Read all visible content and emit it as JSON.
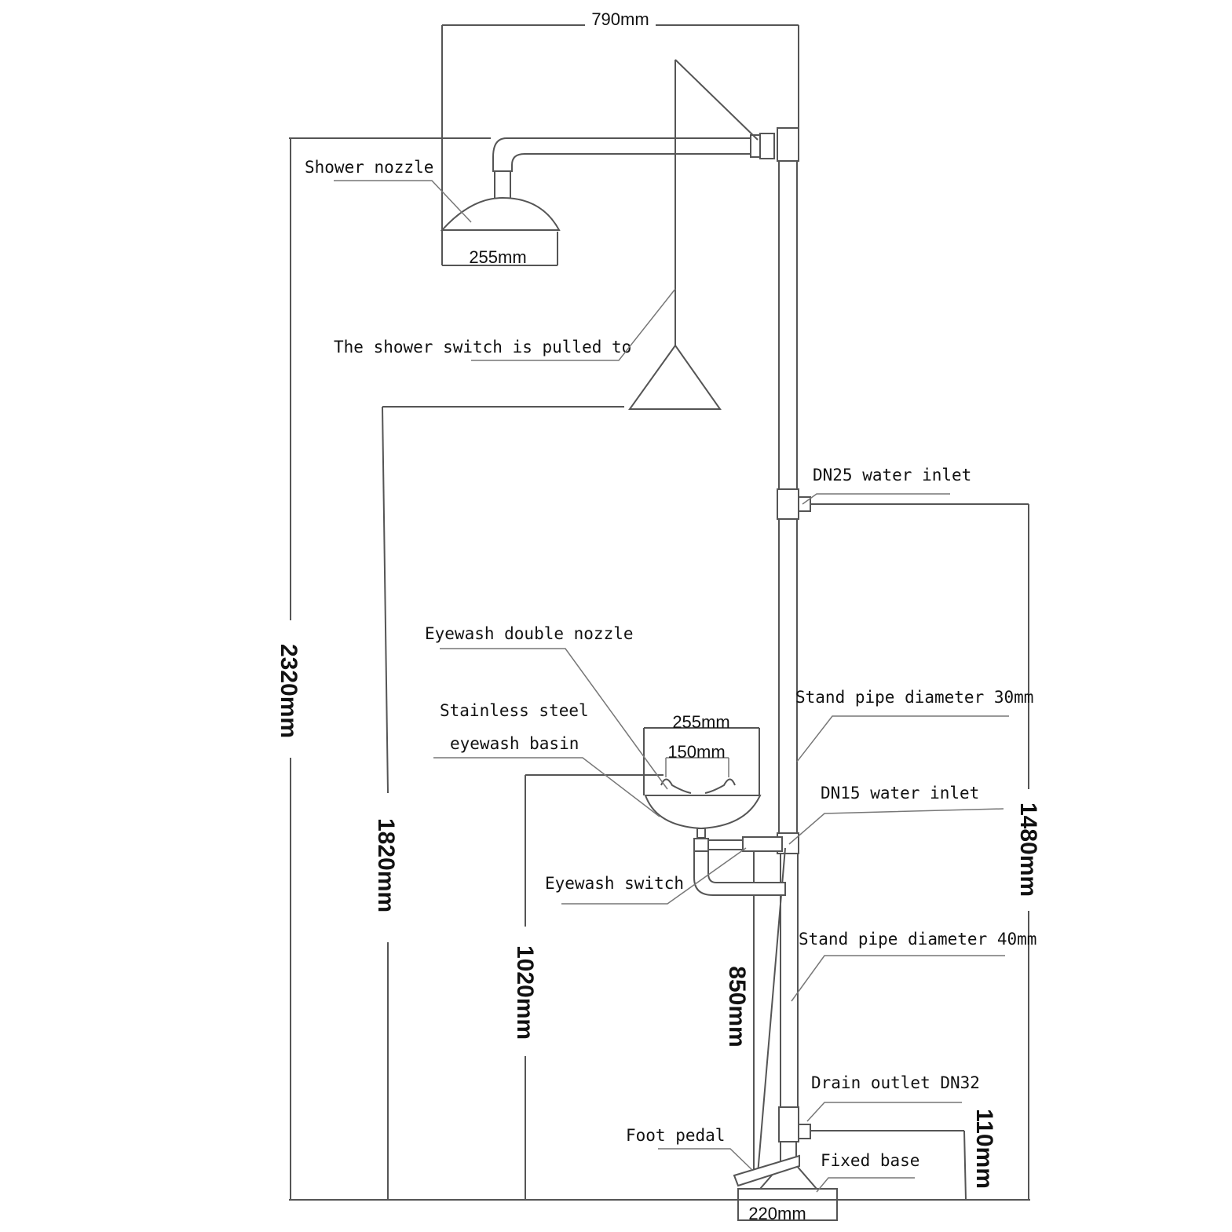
{
  "labels": {
    "shower_nozzle": "Shower nozzle",
    "shower_switch": "The shower switch is pulled to",
    "dn25_inlet": "DN25 water inlet",
    "eyewash_double_nozzle": "Eyewash double nozzle",
    "basin_line1": "Stainless steel",
    "basin_line2": "eyewash basin",
    "stand_pipe_30": "Stand pipe diameter 30mm",
    "dn15_inlet": "DN15 water inlet",
    "eyewash_switch": "Eyewash switch",
    "stand_pipe_40": "Stand pipe diameter 40mm",
    "drain_outlet": "Drain outlet DN32",
    "foot_pedal": "Foot pedal",
    "fixed_base": "Fixed base"
  },
  "dimensions": {
    "arm_width": "790mm",
    "shower_head_width": "255mm",
    "basin_width": "255mm",
    "nozzle_spacing": "150mm",
    "base_width": "220mm",
    "total_height": "2320mm",
    "switch_height": "1820mm",
    "basin_height": "1020mm",
    "pedal_height": "850mm",
    "inlet_height": "1480mm",
    "drain_height": "110mm"
  }
}
